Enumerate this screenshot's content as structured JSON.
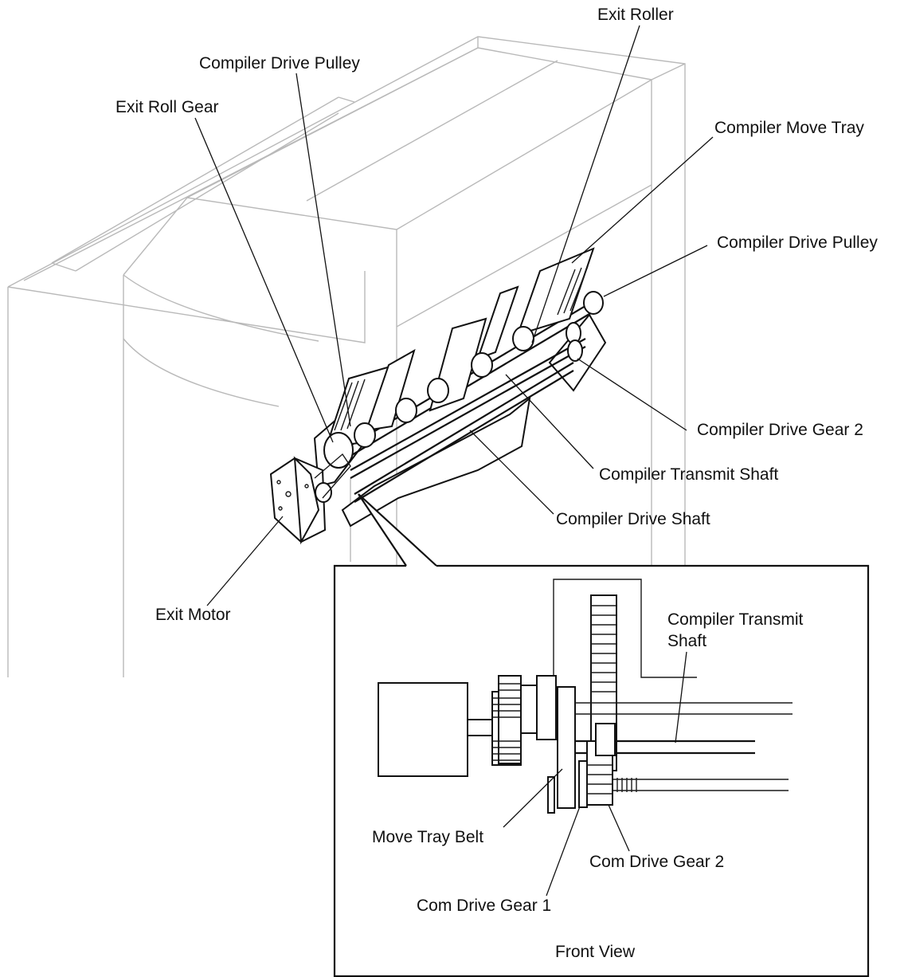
{
  "labels": {
    "exit_roller": "Exit Roller",
    "compiler_drive_pulley_top": "Compiler Drive Pulley",
    "exit_roll_gear": "Exit Roll Gear",
    "compiler_move_tray": "Compiler Move Tray",
    "compiler_drive_pulley_right": "Compiler Drive Pulley",
    "compiler_drive_gear_2": "Compiler Drive Gear 2",
    "compiler_transmit_shaft": "Compiler Transmit Shaft",
    "compiler_drive_shaft": "Compiler Drive Shaft",
    "exit_motor": "Exit Motor"
  },
  "inset": {
    "compiler_transmit_shaft": "Compiler Transmit\nShaft",
    "move_tray_belt": "Move Tray Belt",
    "com_drive_gear_2": "Com Drive Gear 2",
    "com_drive_gear_1": "Com Drive Gear 1",
    "caption": "Front View"
  },
  "colors": {
    "housing": "#b9b9b9",
    "ink": "#111111"
  }
}
